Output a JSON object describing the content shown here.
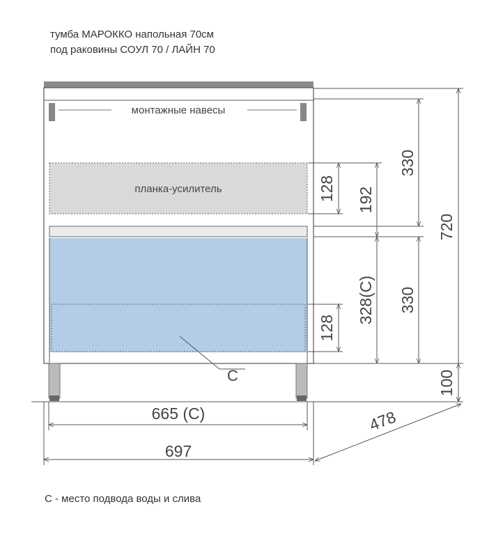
{
  "title": {
    "line1": "тумба МАРОККО напольная 70см",
    "line2": "под раковины СОУЛ 70 / ЛАЙН 70"
  },
  "labels": {
    "mounting": "монтажные навесы",
    "reinforcement": "планка-усилитель",
    "connection_marker": "C"
  },
  "dimensions": {
    "total_height": "720",
    "top_section": "330",
    "bottom_section": "330",
    "legs": "100",
    "plank_zone": "192",
    "plank_height": "128",
    "bottom_plank_height": "128",
    "inner_height": "328(C)",
    "inner_width": "665 (C)",
    "total_width": "697",
    "depth": "478"
  },
  "footnote": "C - место подвода воды и слива",
  "colors": {
    "line": "#555555",
    "plank_fill": "#d9d9d9",
    "water_zone": "#b3cde8",
    "top_board": "#8a8a8a"
  }
}
